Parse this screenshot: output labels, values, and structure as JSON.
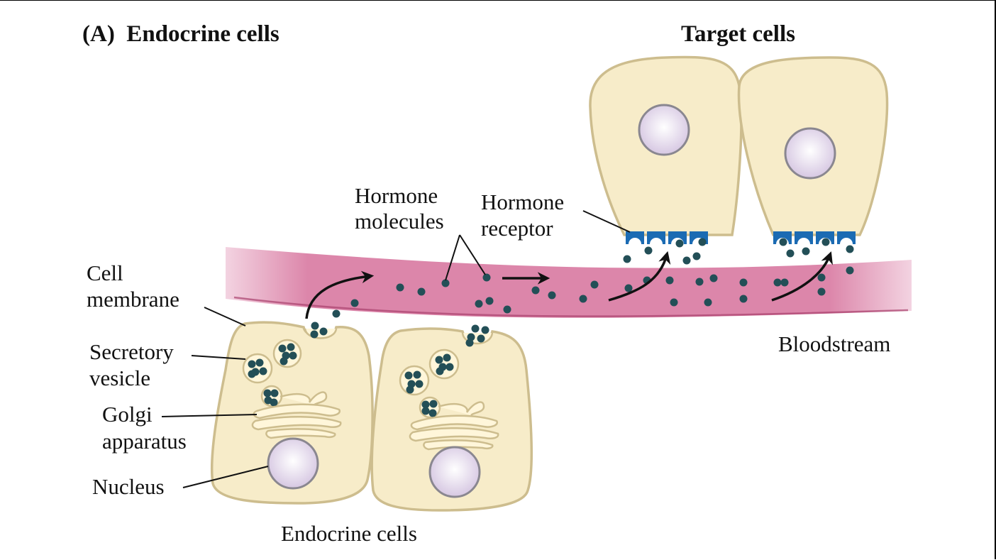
{
  "title": "(A)  Endocrine cells",
  "labels": {
    "target_cells": "Target cells",
    "hormone_molecules_1": "Hormone",
    "hormone_molecules_2": "molecules",
    "hormone_receptor_1": "Hormone",
    "hormone_receptor_2": "receptor",
    "cell_membrane_1": "Cell",
    "cell_membrane_2": "membrane",
    "secretory_vesicle_1": "Secretory",
    "secretory_vesicle_2": "vesicle",
    "golgi_1": "Golgi",
    "golgi_2": "apparatus",
    "nucleus": "Nucleus",
    "bloodstream": "Bloodstream",
    "endocrine_cells": "Endocrine cells"
  },
  "colors": {
    "bloodstream": "#d9779f",
    "cell_fill": "#f7ecc9",
    "cell_stroke": "#cdbd8e",
    "hormone": "#234f57",
    "receptor": "#1b6bb3",
    "nucleus": "#dcd0e6"
  }
}
